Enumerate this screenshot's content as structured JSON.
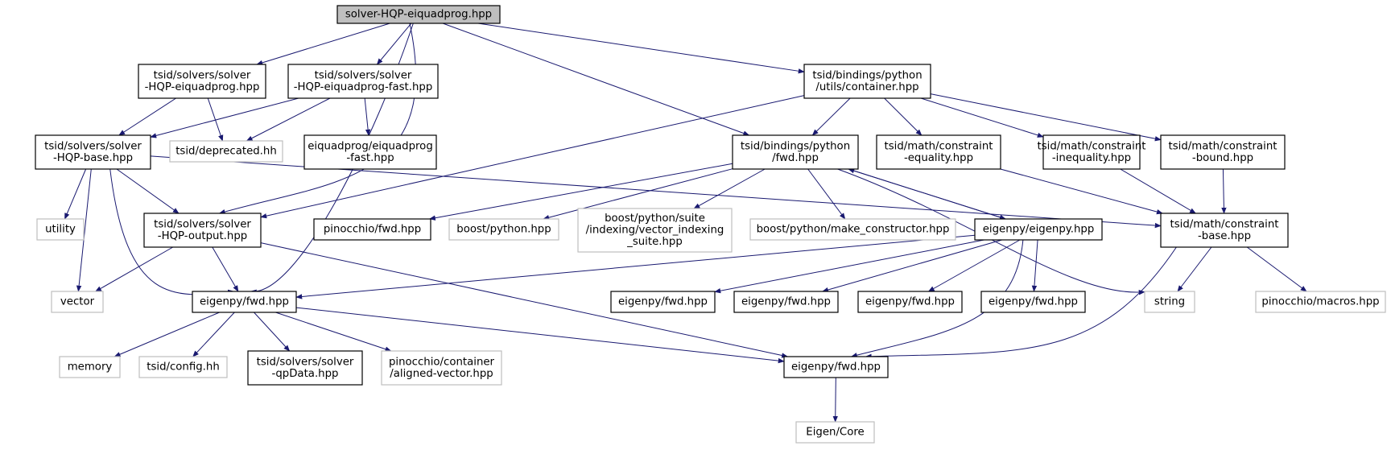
{
  "colors": {
    "edge": "#191970",
    "root_fill": "#bfbfbf",
    "documented_border": "#000000",
    "missing_border": "#bfbfbf",
    "background": "#ffffff"
  },
  "nodes": [
    {
      "id": "root",
      "lines": [
        "solver-HQP-eiquadprog.hpp"
      ],
      "kind": "root"
    },
    {
      "id": "solver_eiquadprog",
      "lines": [
        "tsid/solvers/solver",
        "-HQP-eiquadprog.hpp"
      ],
      "kind": "documented"
    },
    {
      "id": "solver_eiquadprog_fast",
      "lines": [
        "tsid/solvers/solver",
        "-HQP-eiquadprog-fast.hpp"
      ],
      "kind": "documented"
    },
    {
      "id": "container",
      "lines": [
        "tsid/bindings/python",
        "/utils/container.hpp"
      ],
      "kind": "documented"
    },
    {
      "id": "solver_base",
      "lines": [
        "tsid/solvers/solver",
        "-HQP-base.hpp"
      ],
      "kind": "documented"
    },
    {
      "id": "deprecated",
      "lines": [
        "tsid/deprecated.hh"
      ],
      "kind": "missing"
    },
    {
      "id": "eiquadprog_fast",
      "lines": [
        "eiquadprog/eiquadprog",
        "-fast.hpp"
      ],
      "kind": "documented"
    },
    {
      "id": "python_fwd",
      "lines": [
        "tsid/bindings/python",
        "/fwd.hpp"
      ],
      "kind": "documented"
    },
    {
      "id": "constraint_eq",
      "lines": [
        "tsid/math/constraint",
        "-equality.hpp"
      ],
      "kind": "documented"
    },
    {
      "id": "constraint_ineq",
      "lines": [
        "tsid/math/constraint",
        "-inequality.hpp"
      ],
      "kind": "documented"
    },
    {
      "id": "constraint_bound",
      "lines": [
        "tsid/math/constraint",
        "-bound.hpp"
      ],
      "kind": "documented"
    },
    {
      "id": "utility",
      "lines": [
        "utility"
      ],
      "kind": "missing"
    },
    {
      "id": "solver_output",
      "lines": [
        "tsid/solvers/solver",
        "-HQP-output.hpp"
      ],
      "kind": "documented"
    },
    {
      "id": "pinocchio_fwd",
      "lines": [
        "pinocchio/fwd.hpp"
      ],
      "kind": "documented"
    },
    {
      "id": "boost_python",
      "lines": [
        "boost/python.hpp"
      ],
      "kind": "missing"
    },
    {
      "id": "boost_suite",
      "lines": [
        "boost/python/suite",
        "/indexing/vector_indexing",
        "_suite.hpp"
      ],
      "kind": "missing"
    },
    {
      "id": "boost_make",
      "lines": [
        "boost/python/make_constructor.hpp"
      ],
      "kind": "missing"
    },
    {
      "id": "eigenpy",
      "lines": [
        "eigenpy/eigenpy.hpp"
      ],
      "kind": "documented"
    },
    {
      "id": "constraint_base",
      "lines": [
        "tsid/math/constraint",
        "-base.hpp"
      ],
      "kind": "documented"
    },
    {
      "id": "vector",
      "lines": [
        "vector"
      ],
      "kind": "missing"
    },
    {
      "id": "eigenpy_fwd_a",
      "lines": [
        "eigenpy/fwd.hpp"
      ],
      "kind": "documented"
    },
    {
      "id": "eigenpy_fwd_b",
      "lines": [
        "eigenpy/fwd.hpp"
      ],
      "kind": "documented"
    },
    {
      "id": "eigenpy_fwd_c",
      "lines": [
        "eigenpy/fwd.hpp"
      ],
      "kind": "documented"
    },
    {
      "id": "eigenpy_fwd_d",
      "lines": [
        "eigenpy/fwd.hpp"
      ],
      "kind": "documented"
    },
    {
      "id": "eigenpy_fwd_e",
      "lines": [
        "eigenpy/fwd.hpp"
      ],
      "kind": "documented"
    },
    {
      "id": "string",
      "lines": [
        "string"
      ],
      "kind": "missing"
    },
    {
      "id": "pinocchio_macros",
      "lines": [
        "pinocchio/macros.hpp"
      ],
      "kind": "missing"
    },
    {
      "id": "memory",
      "lines": [
        "memory"
      ],
      "kind": "missing"
    },
    {
      "id": "config",
      "lines": [
        "tsid/config.hh"
      ],
      "kind": "missing"
    },
    {
      "id": "qpdata",
      "lines": [
        "tsid/solvers/solver",
        "-qpData.hpp"
      ],
      "kind": "documented"
    },
    {
      "id": "aligned_vector",
      "lines": [
        "pinocchio/container",
        "/aligned-vector.hpp"
      ],
      "kind": "missing"
    },
    {
      "id": "eigenpy_fwd_f",
      "lines": [
        "eigenpy/fwd.hpp"
      ],
      "kind": "documented"
    },
    {
      "id": "eigen_core",
      "lines": [
        "Eigen/Core"
      ],
      "kind": "missing"
    }
  ],
  "edges": [
    [
      "root",
      "solver_eiquadprog"
    ],
    [
      "root",
      "solver_eiquadprog_fast"
    ],
    [
      "root",
      "container"
    ],
    [
      "root",
      "python_fwd"
    ],
    [
      "root",
      "solver_output"
    ],
    [
      "root",
      "eigenpy_fwd_a"
    ],
    [
      "solver_eiquadprog",
      "solver_base"
    ],
    [
      "solver_eiquadprog",
      "deprecated"
    ],
    [
      "solver_eiquadprog_fast",
      "solver_base"
    ],
    [
      "solver_eiquadprog_fast",
      "deprecated"
    ],
    [
      "solver_eiquadprog_fast",
      "eiquadprog_fast"
    ],
    [
      "container",
      "python_fwd"
    ],
    [
      "container",
      "constraint_eq"
    ],
    [
      "container",
      "constraint_ineq"
    ],
    [
      "container",
      "constraint_bound"
    ],
    [
      "container",
      "solver_output"
    ],
    [
      "solver_base",
      "utility"
    ],
    [
      "solver_base",
      "vector"
    ],
    [
      "solver_base",
      "solver_output"
    ],
    [
      "solver_base",
      "eigenpy_fwd_a"
    ],
    [
      "solver_base",
      "constraint_base"
    ],
    [
      "python_fwd",
      "pinocchio_fwd"
    ],
    [
      "python_fwd",
      "boost_python"
    ],
    [
      "python_fwd",
      "boost_suite"
    ],
    [
      "python_fwd",
      "boost_make"
    ],
    [
      "python_fwd",
      "eigenpy"
    ],
    [
      "python_fwd",
      "string"
    ],
    [
      "eigenpy",
      "python_fwd"
    ],
    [
      "eigenpy",
      "eigenpy_fwd_a"
    ],
    [
      "eigenpy",
      "eigenpy_fwd_b"
    ],
    [
      "eigenpy",
      "eigenpy_fwd_c"
    ],
    [
      "eigenpy",
      "eigenpy_fwd_d"
    ],
    [
      "eigenpy",
      "eigenpy_fwd_e"
    ],
    [
      "eigenpy",
      "eigenpy_fwd_f"
    ],
    [
      "constraint_eq",
      "constraint_base"
    ],
    [
      "constraint_ineq",
      "constraint_base"
    ],
    [
      "constraint_bound",
      "constraint_base"
    ],
    [
      "constraint_base",
      "string"
    ],
    [
      "constraint_base",
      "pinocchio_macros"
    ],
    [
      "constraint_base",
      "eigenpy_fwd_f"
    ],
    [
      "solver_output",
      "vector"
    ],
    [
      "solver_output",
      "eigenpy_fwd_a"
    ],
    [
      "solver_output",
      "eigenpy_fwd_f"
    ],
    [
      "eigenpy_fwd_a",
      "memory"
    ],
    [
      "eigenpy_fwd_a",
      "config"
    ],
    [
      "eigenpy_fwd_a",
      "qpdata"
    ],
    [
      "eigenpy_fwd_a",
      "aligned_vector"
    ],
    [
      "eigenpy_fwd_a",
      "eigenpy_fwd_f"
    ],
    [
      "eigenpy_fwd_f",
      "eigen_core"
    ]
  ]
}
